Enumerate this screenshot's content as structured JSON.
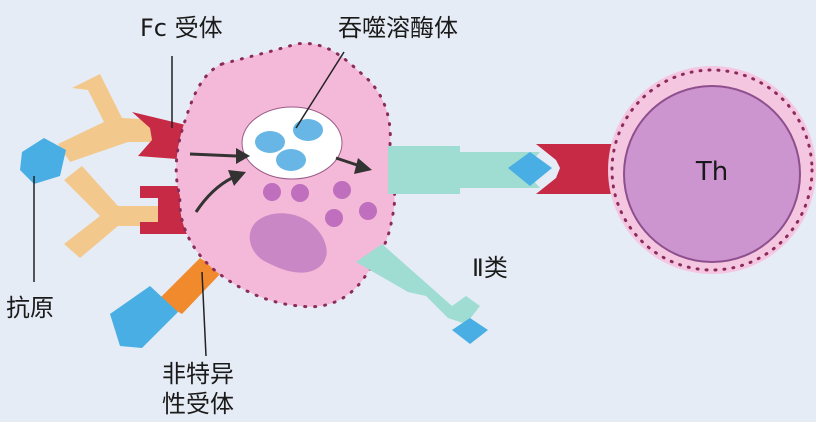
{
  "labels": {
    "fc_receptor": "Fc 受体",
    "phagolysosome": "吞噬溶酶体",
    "class_ii": "Ⅱ类",
    "antigen": "抗原",
    "nonspecific_line1": "非特异",
    "nonspecific_line2": "性受体",
    "th_cell": "Th"
  },
  "colors": {
    "background": "#e6ecf6",
    "macrophage": "#f4b9d8",
    "nucleus": "#c987c6",
    "granule": "#bf6fbd",
    "vacuole": "#ffffff",
    "vesicle": "#67b6e6",
    "antibody": "#f2c88c",
    "fc_receptor": "#c72a45",
    "mhc_class_ii": "#9fdcd2",
    "antigen": "#49aee3",
    "nonspecific_receptor": "#f08a2c",
    "th_cell_outer": "#f5c6df",
    "th_cell_inner": "#cd95cf"
  }
}
